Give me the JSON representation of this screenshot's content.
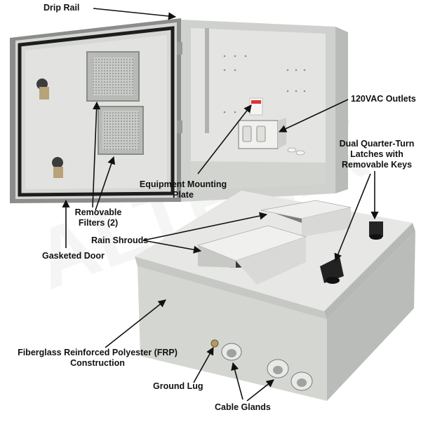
{
  "watermark": "ALTELIX",
  "callouts": {
    "drip_rail": "Drip Rail",
    "outlets": "120VAC Outlets",
    "latches_line1": "Dual Quarter-Turn",
    "latches_line2": "Latches with",
    "latches_line3": "Removable Keys",
    "mounting_plate_line1": "Equipment Mounting",
    "mounting_plate_line2": "Plate",
    "filters_line1": "Removable",
    "filters_line2": "Filters (2)",
    "rain_shrouds": "Rain Shrouds",
    "gasketed_door": "Gasketed Door",
    "frp_line1": "Fiberglass Reinforced Polyester (FRP)",
    "frp_line2": "Construction",
    "ground_lug": "Ground Lug",
    "cable_glands": "Cable Glands"
  },
  "colors": {
    "enclosure_gray": "#d9dbd8",
    "enclosure_shadow": "#b9bcb8",
    "gasket": "#2a2a2a",
    "label_text": "#111111"
  }
}
